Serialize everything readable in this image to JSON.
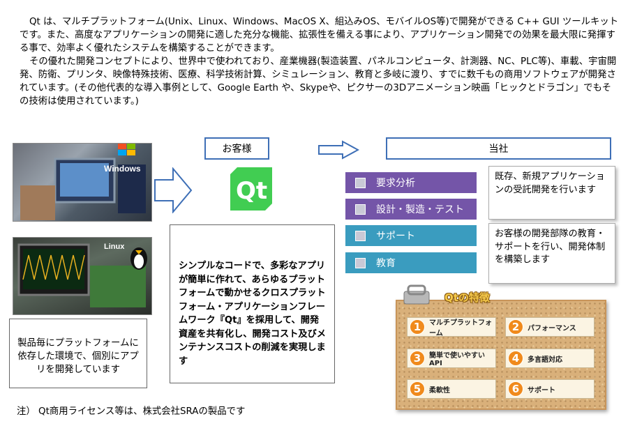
{
  "intro": {
    "paragraph1": "Qt は、マルチプラットフォーム(Unix、Linux、Windows、MacOS X、組込みOS、モバイルOS等)で開発ができる C++ GUI ツールキットです。また、高度なアプリケーションの開発に適した充分な機能、拡張性を備える事により、アプリケーション開発での効果を最大限に発揮する事で、効率よく優れたシステムを構築することができます。",
    "paragraph2": "その優れた開発コンセプトにより、世界中で使われており、産業機器(製造装置、パネルコンピュータ、計測器、NC、PLC等)、車載、宇宙開発、防衛、プリンタ、映像特殊技術、医療、科学技術計算、シミュレーション、教育と多岐に渡り、すでに数千もの商用ソフトウェアが開発されています。(その他代表的な導入事例として、Google Earth や、Skypeや、ピクサーの3Dアニメーション映画「ヒックとドラゴン」でもその技術は使用されています。)"
  },
  "images": {
    "windows_logo_text": "Windows",
    "linux_logo_text": "Linux"
  },
  "left_box": "製品毎にプラットフォームに依存した環境で、個別にアプリを開発しています",
  "customer_label": "お客様",
  "qt_logo_text": "Qt",
  "qt_description": "シンプルなコードで、多彩なアプリが簡単に作れて、あらゆるプラットフォームで動かせるクロスプラットフォーム・アプリケーションフレームワーク『Qt』を採用して、開発資産を共有化し、開発コスト及びメンテナンスコストの削減を実現します",
  "company_label": "当社",
  "services": [
    {
      "label": "要求分析"
    },
    {
      "label": "設計・製造・テスト"
    },
    {
      "label": "サポート"
    },
    {
      "label": "教育"
    }
  ],
  "info_boxes": [
    "既存、新規アプリケーションの受託開発を行います",
    "お客様の開発部隊の教育・サポートを行い、開発体制を構築します"
  ],
  "features": {
    "title": "Qtの特徴",
    "items": [
      {
        "num": "1",
        "label": "マルチプラットフォーム"
      },
      {
        "num": "2",
        "label": "パフォーマンス"
      },
      {
        "num": "3",
        "label": "簡単で使いやすいAPI"
      },
      {
        "num": "4",
        "label": "多言語対応"
      },
      {
        "num": "5",
        "label": "柔軟性"
      },
      {
        "num": "6",
        "label": "サポート"
      }
    ]
  },
  "note": "注） Qt商用ライセンス等は、株式会社SRAの製品です",
  "colors": {
    "label_border": "#3e6fb6",
    "service_purple": "#7455a8",
    "service_teal": "#3a9cbf",
    "qt_green": "#41cd52",
    "feature_orange": "#f08a1c"
  }
}
